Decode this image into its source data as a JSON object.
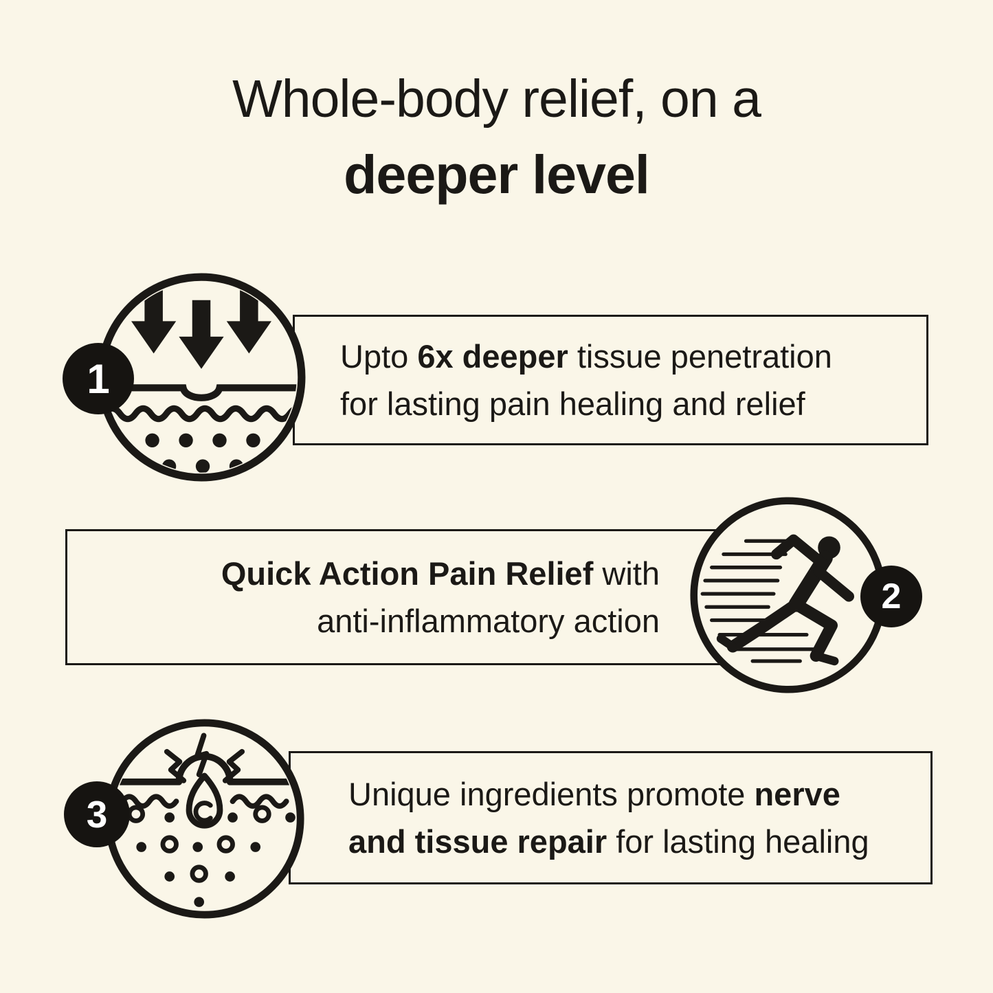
{
  "colors": {
    "background": "#FAF6E8",
    "ink": "#1B1916",
    "badge_background": "#161411",
    "badge_text": "#FFFFFF"
  },
  "title": {
    "line1": "Whole-body relief, on a",
    "line2": "deeper level"
  },
  "items": [
    {
      "number": "1",
      "icon": "tissue-penetration-icon",
      "lines": [
        [
          {
            "t": "Upto "
          },
          {
            "t": "6x deeper",
            "b": true
          },
          {
            "t": " tissue penetration"
          }
        ],
        [
          {
            "t": "for lasting pain healing and relief"
          }
        ]
      ]
    },
    {
      "number": "2",
      "icon": "runner-icon",
      "lines": [
        [
          {
            "t": "Quick Action Pain Relief",
            "b": true
          },
          {
            "t": " with"
          }
        ],
        [
          {
            "t": "anti-inflammatory action"
          }
        ]
      ]
    },
    {
      "number": "3",
      "icon": "nerve-repair-icon",
      "lines": [
        [
          {
            "t": "Unique ingredients promote "
          },
          {
            "t": "nerve",
            "b": true
          }
        ],
        [
          {
            "t": "and tissue repair",
            "b": true
          },
          {
            "t": " for lasting healing"
          }
        ]
      ]
    }
  ]
}
